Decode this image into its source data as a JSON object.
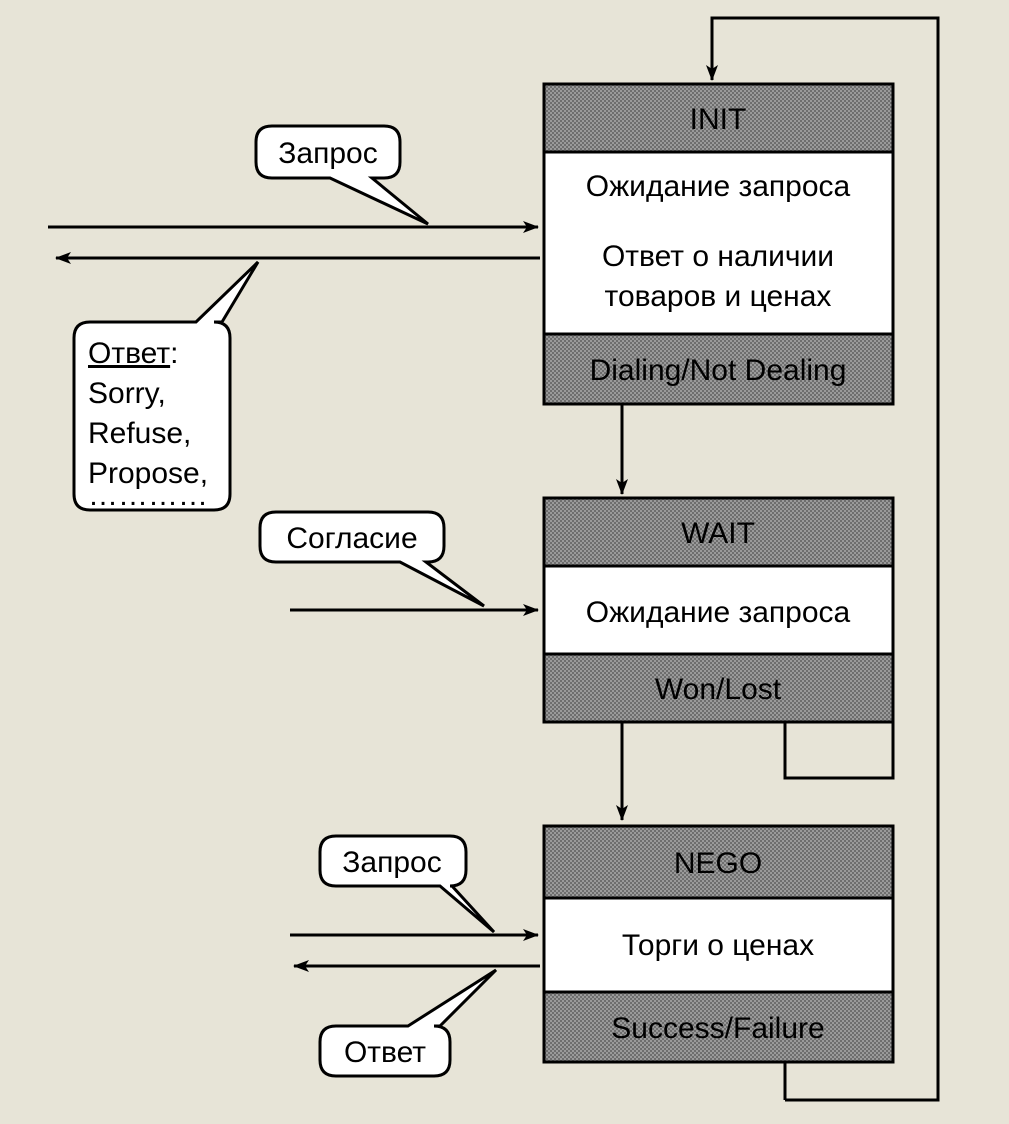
{
  "colors": {
    "background": "#e7e4d7",
    "header_fill": "#8f8f8f",
    "body_fill": "#ffffff",
    "stroke": "#000000"
  },
  "states": {
    "init": {
      "header": "INIT",
      "lines": [
        "Ожидание запроса",
        "Ответ о наличии",
        "товаров и ценах"
      ],
      "footer": "Dialing/Not Dealing"
    },
    "wait": {
      "header": "WAIT",
      "lines": [
        "Ожидание запроса"
      ],
      "footer": "Won/Lost"
    },
    "nego": {
      "header": "NEGO",
      "lines": [
        "Торги о ценах"
      ],
      "footer": "Success/Failure"
    }
  },
  "callouts": {
    "init_request": "Запрос",
    "init_response_title": "Ответ",
    "init_response_colon": ":",
    "init_response_items": [
      "Sorry,",
      "Refuse,",
      "Propose,",
      "…………"
    ],
    "wait_agreement": "Согласие",
    "nego_request": "Запрос",
    "nego_response": "Ответ"
  }
}
